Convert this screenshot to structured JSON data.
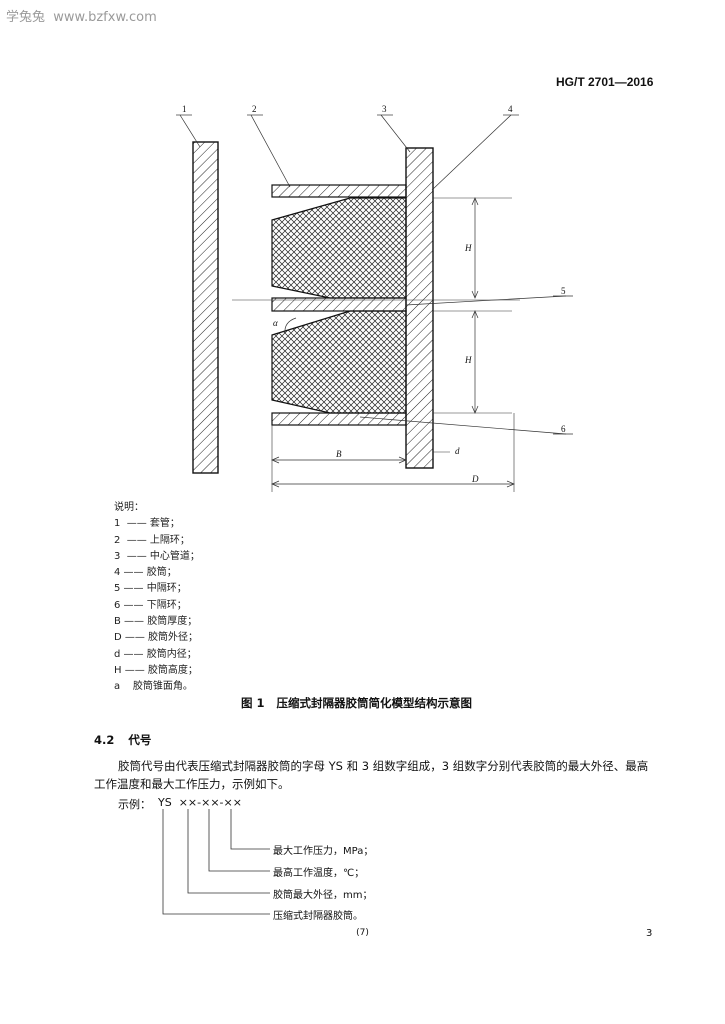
{
  "watermark": "学兔兔  www.bzfxw.com",
  "header": {
    "standard_no": "HG/T 2701—2016"
  },
  "figure": {
    "part_numbers": [
      "1",
      "2",
      "3",
      "4",
      "5",
      "6"
    ],
    "dimension_labels": {
      "H_top": "H",
      "H_bottom": "H",
      "B": "B",
      "D": "D",
      "d": "d",
      "alpha": "α"
    }
  },
  "legend": {
    "title": "说明：",
    "items": [
      "1  —— 套管；",
      "2  —— 上隔环；",
      "3  —— 中心管道；",
      "4 —— 胶筒；",
      "5 —— 中隔环；",
      "6 —— 下隔环；",
      "B —— 胶筒厚度；",
      "D —— 胶筒外径；",
      "d —— 胶筒内径；",
      "H —— 胶筒高度；",
      "a    胶筒锥面角。"
    ]
  },
  "caption": {
    "number": "图 1",
    "text": "压缩式封隔器胶筒简化模型结构示意图"
  },
  "section": {
    "number": "4.2",
    "title": "代号"
  },
  "paragraph": "胶筒代号由代表压缩式封隔器胶筒的字母 YS 和 3 组数字组成，3 组数字分别代表胶筒的最大外径、最高工作温度和最大工作压力，示例如下。",
  "example": {
    "label": "示例：",
    "code": "YS  ××-××-××",
    "annotations": [
      "最大工作压力，MPa；",
      "最高工作温度，℃；",
      "胶筒最大外径，mm；",
      "压缩式封隔器胶筒。"
    ]
  },
  "footer": {
    "page_paren": "(7)",
    "page_number": "3"
  }
}
